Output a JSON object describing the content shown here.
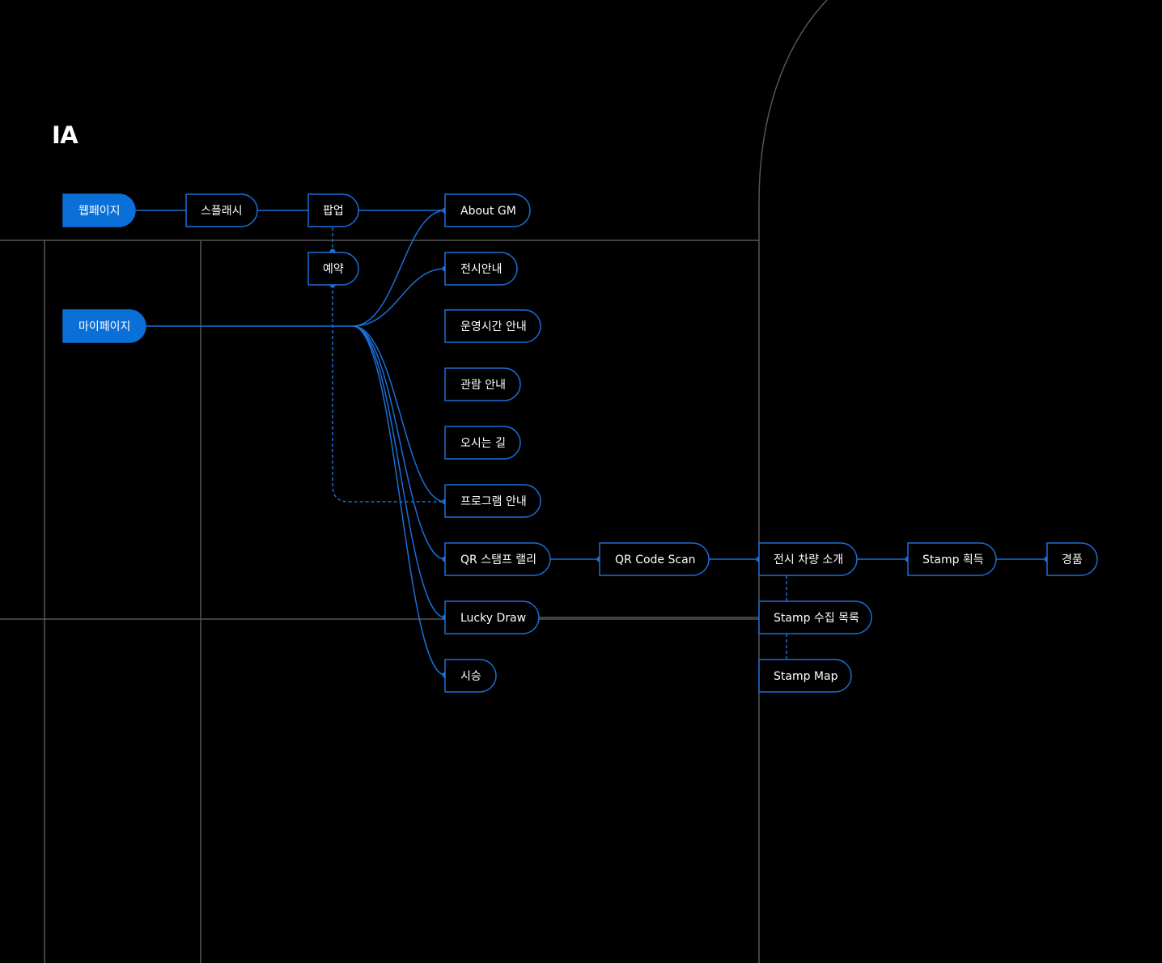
{
  "title": "IA",
  "colors": {
    "background": "#000000",
    "accent": "#0a6fd6",
    "link": "#1a6fd8",
    "grid": "#555555",
    "text": "#ffffff"
  },
  "nodes": {
    "webpage": "웹페이지",
    "splash": "스플래시",
    "popup": "팝업",
    "reservation": "예약",
    "mypage": "마이페이지",
    "about_gm": "About GM",
    "exhibition_guide": "전시안내",
    "operating_hours": "운영시간 안내",
    "viewing_guide": "관람 안내",
    "directions": "오시는 길",
    "program_guide": "프로그램 안내",
    "qr_stamp_rally": "QR 스탬프 랠리",
    "lucky_draw": "Lucky Draw",
    "test_drive": "시승",
    "qr_code_scan": "QR Code Scan",
    "vehicle_intro": "전시 차량 소개",
    "stamp_collection": "Stamp 수집 목록",
    "stamp_map": "Stamp Map",
    "stamp_acquire": "Stamp 획득",
    "prize": "경품"
  }
}
